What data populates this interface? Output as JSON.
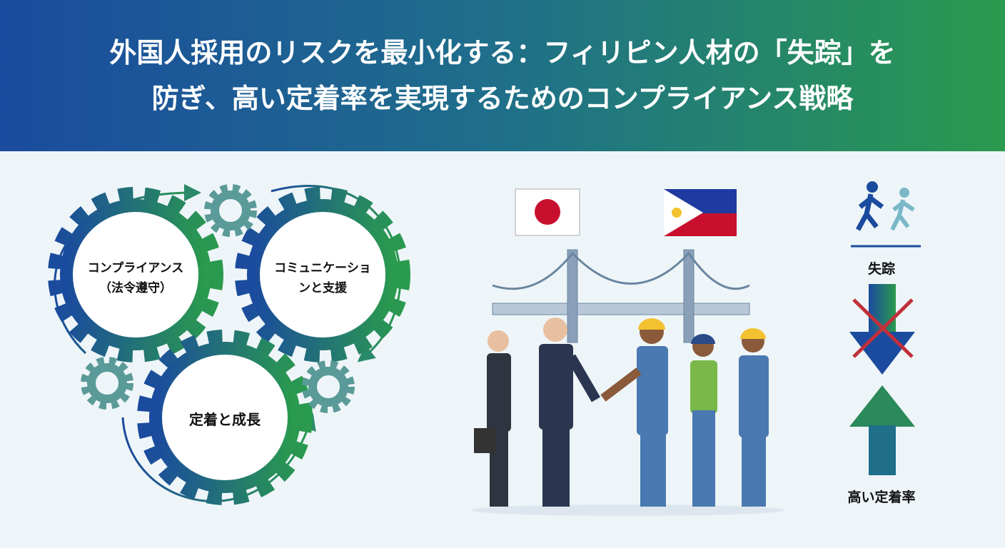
{
  "title": {
    "line1": "外国人採用のリスクを最小化する：フィリピン人材の「失踪」を",
    "line2": "防ぎ、高い定着率を実現するためのコンプライアンス戦略"
  },
  "gears": [
    {
      "line1": "コンプライアンス",
      "line2": "（法令遵守）"
    },
    {
      "line1": "コミュニケーショ",
      "line2": "ンと支援"
    },
    {
      "line1": "定着と成長"
    }
  ],
  "flags": [
    "japan-flag",
    "philippines-flag"
  ],
  "indicators": {
    "missing": "失踪",
    "retention": "高い定着率"
  },
  "colors": {
    "blue": "#1b4b9e",
    "green": "#2a9a4e",
    "teal": "#5a9a98",
    "red": "#c0303a"
  }
}
